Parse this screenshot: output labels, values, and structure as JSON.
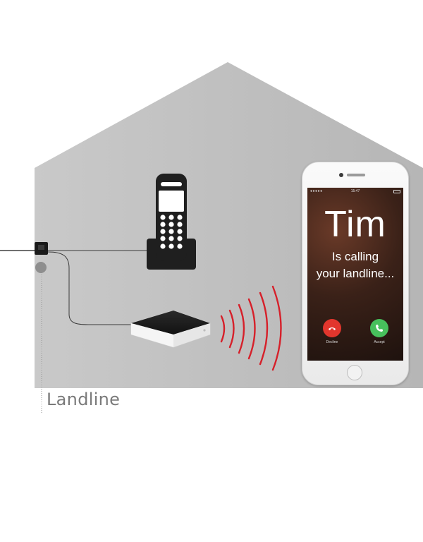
{
  "caption": "Landline",
  "phone": {
    "caller_name": "Tim",
    "line1": "Is calling",
    "line2": "your landline...",
    "decline_label": "Decline",
    "accept_label": "Accept",
    "time": "15:47",
    "carrier": "●●●●●"
  },
  "colors": {
    "house": "#b9b9b9",
    "signal_waves": "#d6202a",
    "decline": "#e2362d",
    "accept": "#47c05c"
  },
  "icons": [
    "house-shape",
    "cordless-phone-icon",
    "phone-jack-icon",
    "base-station-icon",
    "signal-waves-icon",
    "smartphone-icon",
    "decline-icon",
    "accept-icon"
  ]
}
